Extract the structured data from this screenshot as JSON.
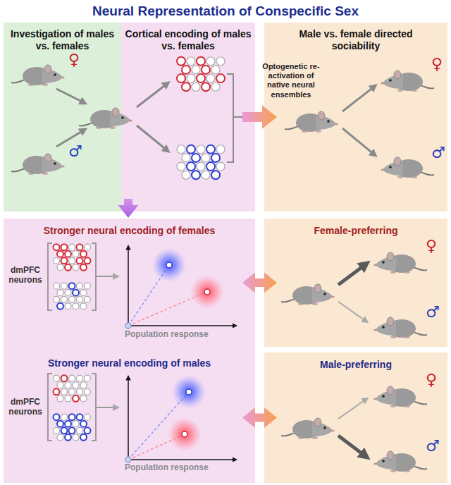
{
  "diagram": {
    "title": "Neural Representation of Conspecific Sex",
    "nodes": [
      {
        "text": [
          "Investigation of males vs. females"
        ]
      },
      {
        "text": [
          "Cortical encoding of males vs. females"
        ]
      },
      {
        "text": [
          "Male vs. female directed sociability"
        ]
      },
      {
        "text": [
          "Stronger neural encoding of females",
          "dmPFC neurons",
          "Population response"
        ]
      },
      {
        "text": [
          "Stronger neural encoding of males",
          "dmPFC neurons",
          "Population response"
        ]
      },
      {
        "text": [
          "Female-preferring"
        ]
      },
      {
        "text": [
          "Male-preferring"
        ]
      }
    ],
    "edges": [
      {
        "from": 1,
        "to": 2,
        "label": "Optogenetic re-activation of native neural ensembles",
        "arrow": "to"
      },
      {
        "from": 1,
        "to": 3,
        "arrow": "to"
      },
      {
        "from": 3,
        "to": 5,
        "arrow": "both"
      },
      {
        "from": 4,
        "to": 6,
        "arrow": "both"
      }
    ],
    "labels": [
      "♀",
      "♂",
      "♀",
      "♂",
      "♀",
      "♂",
      "♀",
      "♂"
    ]
  }
}
